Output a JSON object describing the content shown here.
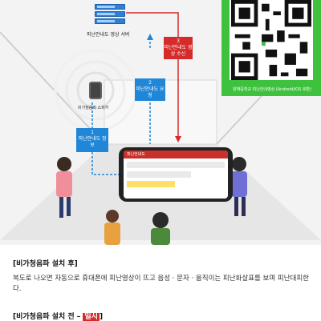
{
  "diagram": {
    "server_label": "피난안내도 영상 서버",
    "step1": {
      "num": "1",
      "text": "피난안내도 정보"
    },
    "step2": {
      "num": "2",
      "text": "피난안내도 요청"
    },
    "step3": {
      "num": "3",
      "text": "피난안내도 영상 수신"
    },
    "speaker_label": "비가청음파 스피커",
    "qr_label": "양재중학교 피난안내영상 (Android/iOS 호환)",
    "phone_title": "피난안내도"
  },
  "content": {
    "after_title": "[비가청음파 설치 후]",
    "after_body": "복도로 나오면 자동으로 휴대폰에 피난영상이 뜨고 음성 · 문자 · 움직이는 피난화살표를 보며 피난대피한다.",
    "before_title_prefix": "[비가청음파 설치 전 – ",
    "before_title_highlight": "일시",
    "before_title_suffix": "]"
  },
  "colors": {
    "accent_red": "#d62b2b",
    "accent_blue": "#1f86d8",
    "qr_green": "#3ec23e"
  }
}
